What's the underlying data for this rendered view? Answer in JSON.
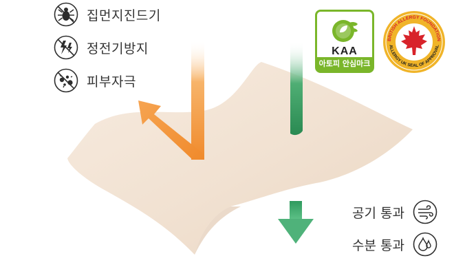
{
  "features": [
    {
      "icon": "dust-mite-icon",
      "label": "집먼지진드기"
    },
    {
      "icon": "static-electricity-icon",
      "label": "정전기방지"
    },
    {
      "icon": "skin-irritant-icon",
      "label": "피부자극"
    }
  ],
  "passes": [
    {
      "icon": "wind-icon",
      "label": "공기 통과"
    },
    {
      "icon": "water-drop-icon",
      "label": "수분 통과"
    }
  ],
  "badges": {
    "kaa_code": "KAA",
    "kaa_name": "아토피 안심마크",
    "baf_top_text": "BRITISH ALLERGY FOUNDATION",
    "baf_bottom_text": "ALLERGY UK SEAL OF APPROVAL"
  },
  "colors": {
    "fabric": "#f4e4d6",
    "orange_arrow": "#f39a3c",
    "green_arrow": "#2f9a5e",
    "kaa_green": "#7ab62a",
    "baf_gold": "#f0b429",
    "baf_red": "#d8232a"
  }
}
